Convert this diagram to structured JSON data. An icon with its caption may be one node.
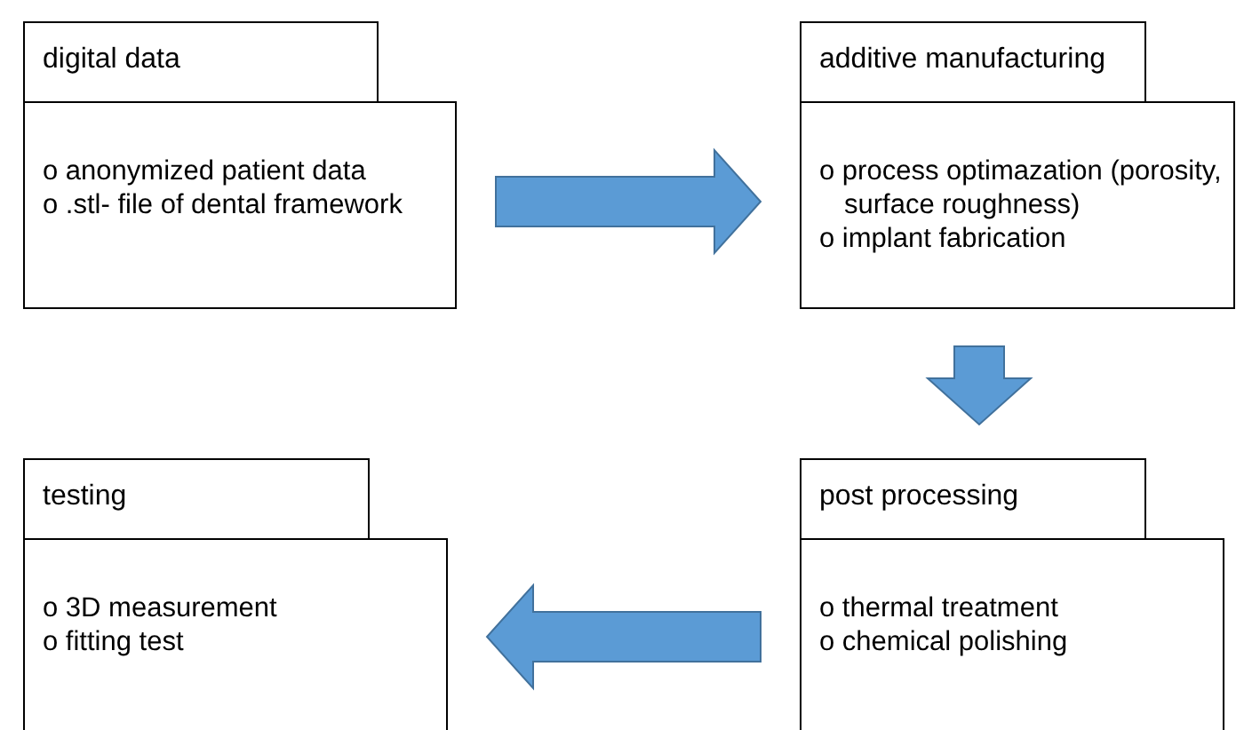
{
  "diagram": {
    "nodes": [
      {
        "text": [
          "digital data",
          "o anonymized patient data",
          "o .stl- file of dental framework"
        ]
      },
      {
        "text": [
          "additive manufacturing",
          "o process optimazation (porosity, surface roughness)",
          "o implant fabrication"
        ]
      },
      {
        "text": [
          "testing",
          "o 3D measurement",
          "o fitting test"
        ]
      },
      {
        "text": [
          "post processing",
          "o thermal treatment",
          "o chemical polishing"
        ]
      }
    ],
    "edges": [
      {
        "from": 0,
        "to": 1,
        "arrow": "to"
      },
      {
        "from": 1,
        "to": 3,
        "arrow": "to"
      },
      {
        "from": 3,
        "to": 2,
        "arrow": "to"
      }
    ]
  }
}
